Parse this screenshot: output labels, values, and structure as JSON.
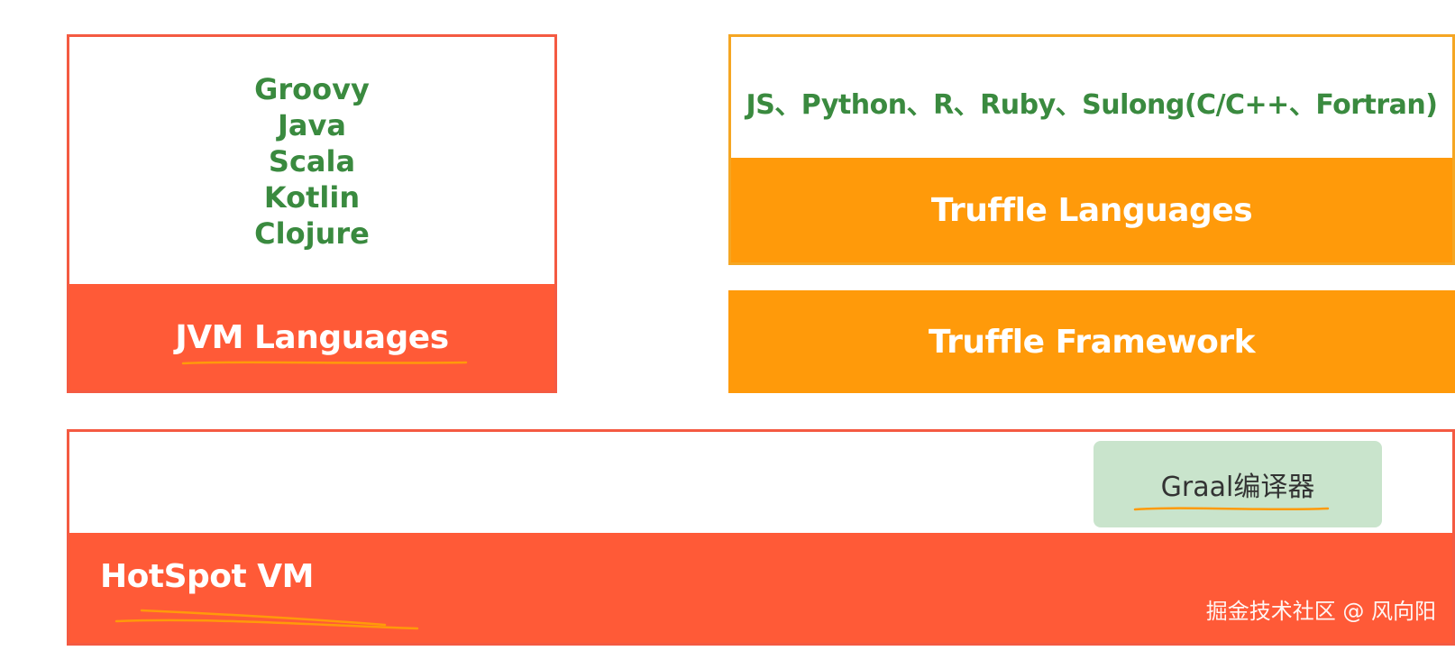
{
  "jvm": {
    "languages": [
      "Groovy",
      "Java",
      "Scala",
      "Kotlin",
      "Clojure"
    ],
    "footer_label": "JVM Languages"
  },
  "truffle": {
    "languages_text": "JS、Python、R、Ruby、Sulong(C/C++、Fortran)",
    "languages_label": "Truffle Languages",
    "framework_label": "Truffle Framework"
  },
  "hotspot": {
    "label": "HotSpot VM",
    "graal_label": "Graal编译器"
  },
  "watermark": "掘金技术社区 @ 风向阳",
  "colors": {
    "red": "#ff5a37",
    "orange": "#ff9a0a",
    "green_text": "#3a8a3f",
    "graal_bg": "#c9e4cc",
    "underline": "#ff9a0a"
  }
}
